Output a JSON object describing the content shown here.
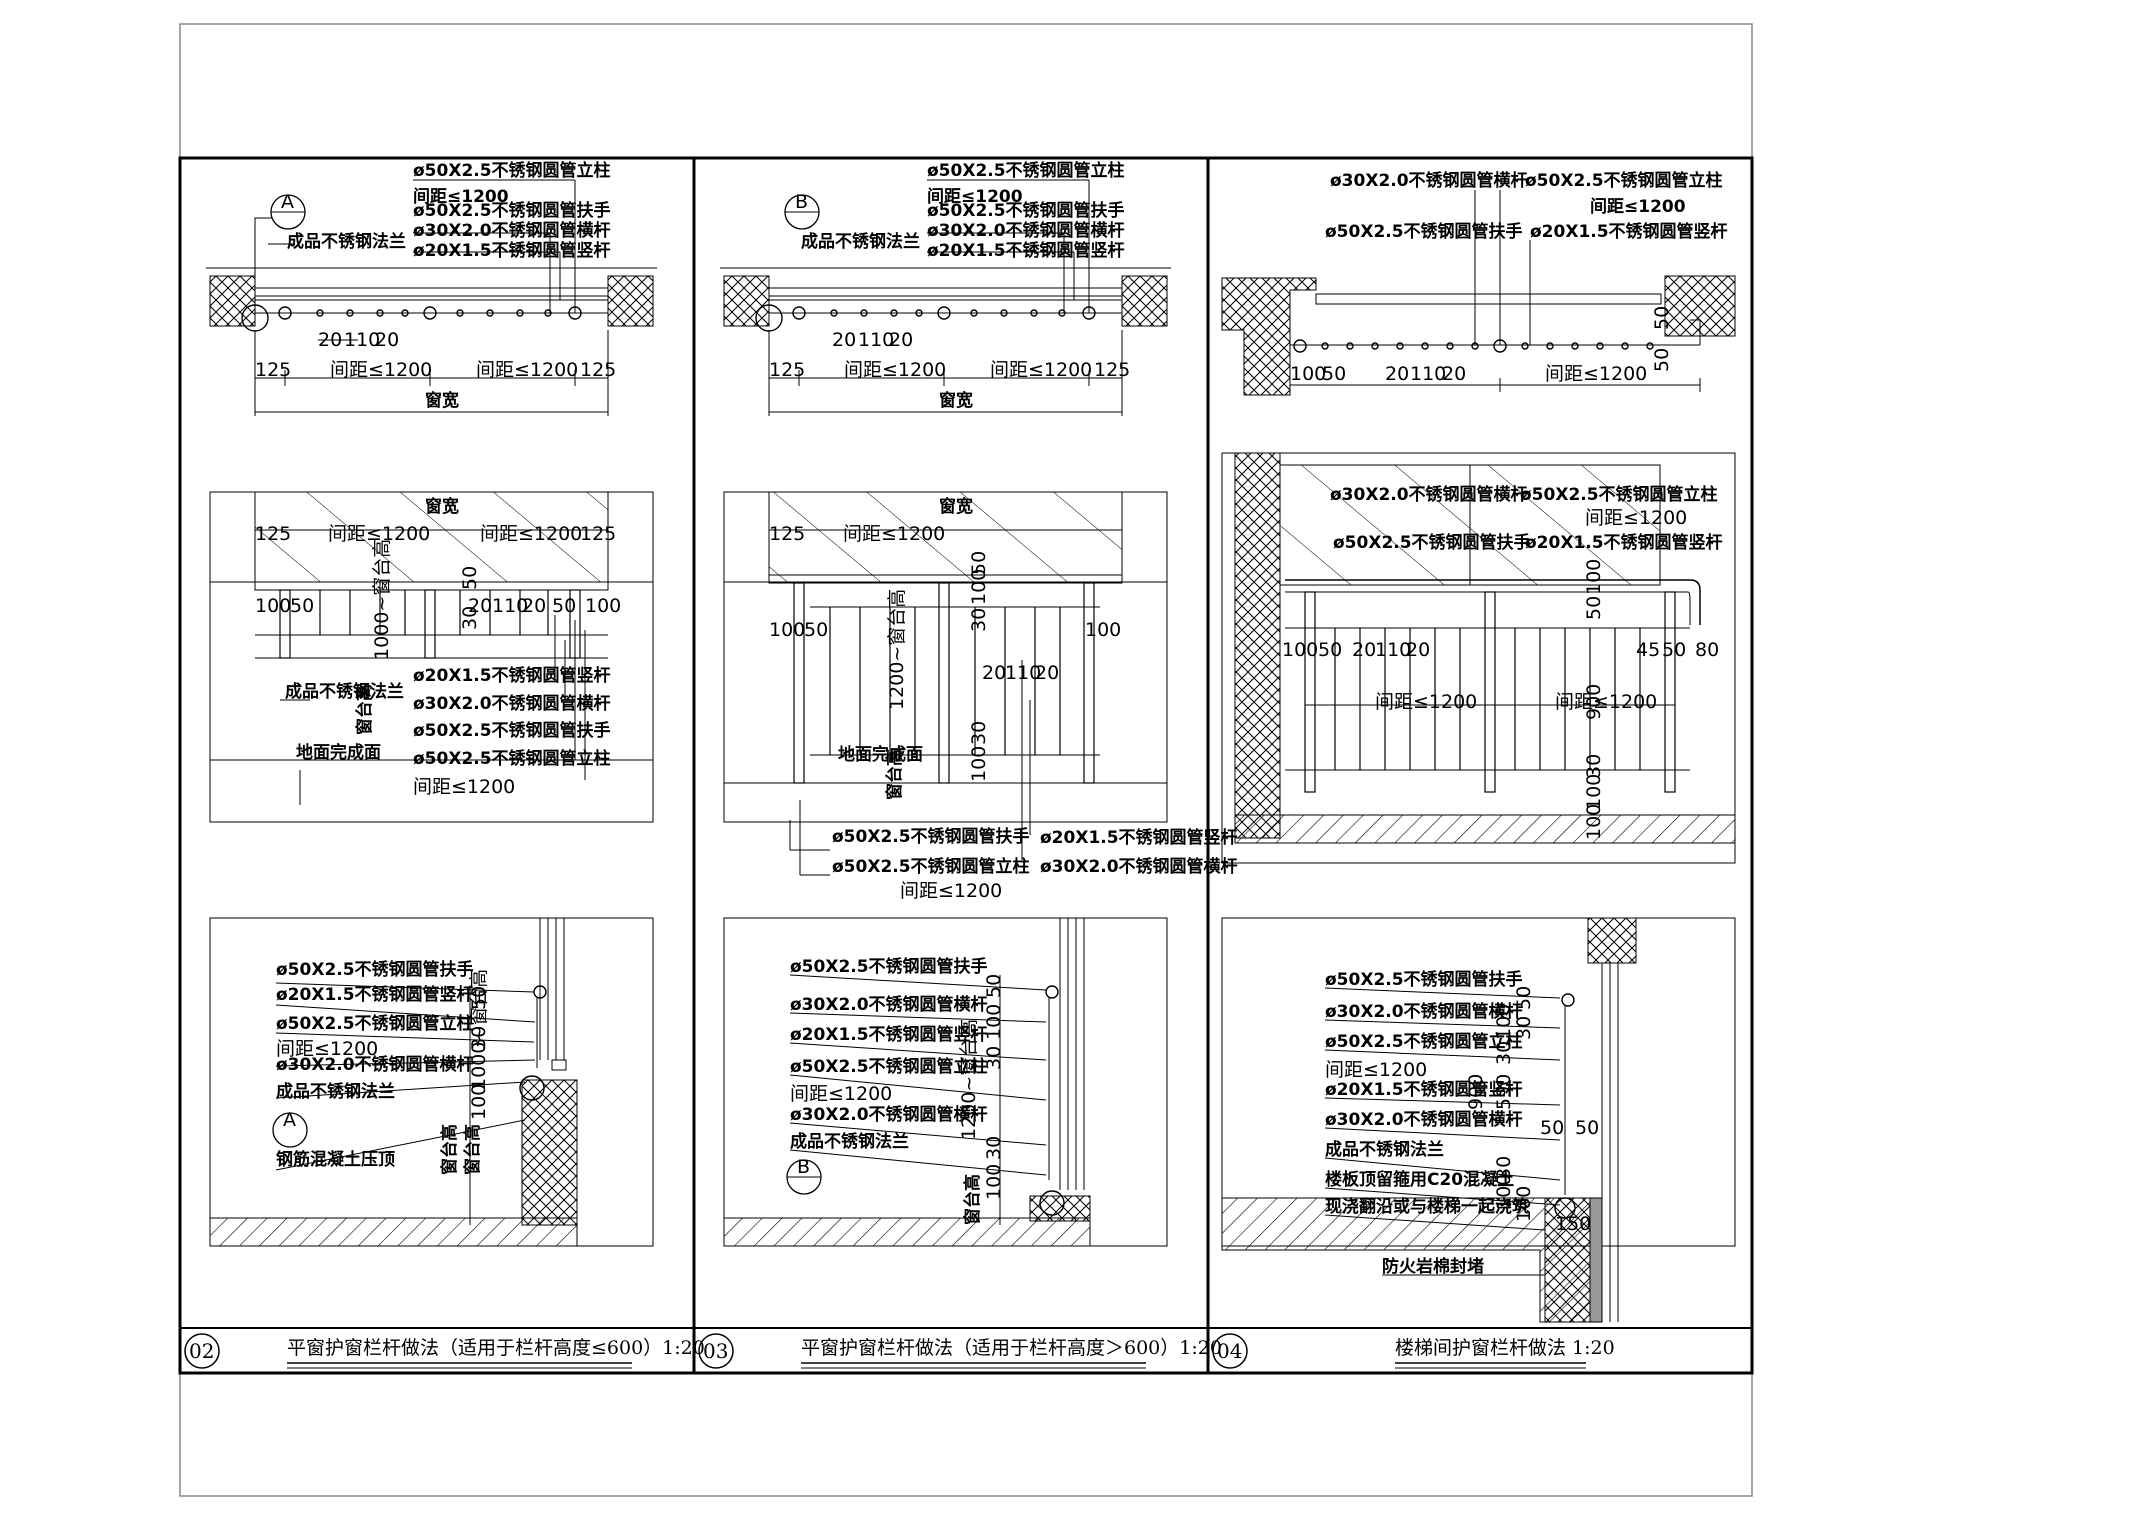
{
  "panels": [
    {
      "number": "02",
      "title": "平窗护窗栏杆做法（适用于栏杆高度≤600）1:20",
      "plan": {
        "marker": "A",
        "labels": [
          "ø50X2.5不锈钢圆管立柱",
          "间距≤1200",
          "ø50X2.5不锈钢圆管扶手",
          "ø30X2.0不锈钢圆管横杆",
          "ø20X1.5不锈钢圆管竖杆",
          "成品不锈钢法兰"
        ],
        "dims": [
          "20",
          "110",
          "20",
          "125",
          "间距≤1200",
          "间距≤1200",
          "125",
          "窗宽"
        ]
      },
      "elev": {
        "dims": [
          "125",
          "间距≤1200",
          "间距≤1200",
          "125",
          "窗宽",
          "100",
          "50",
          "20",
          "110",
          "20",
          "50",
          "100",
          "1000~窗台高",
          "30",
          "50"
        ],
        "labels": [
          "成品不锈钢法兰",
          "地面完成面",
          "窗台高",
          "ø20X1.5不锈钢圆管竖杆",
          "ø30X2.0不锈钢圆管横杆",
          "ø50X2.5不锈钢圆管扶手",
          "ø50X2.5不锈钢圆管立柱",
          "间距≤1200"
        ]
      },
      "section": {
        "labels": [
          "ø50X2.5不锈钢圆管扶手",
          "ø20X1.5不锈钢圆管竖杆",
          "ø50X2.5不锈钢圆管立柱",
          "间距≤1200",
          "ø30X2.0不锈钢圆管横杆",
          "成品不锈钢法兰",
          "钢筋混凝土压顶"
        ],
        "marker": "A",
        "dims": [
          "50",
          "1000~窗台高",
          "100",
          "30",
          "窗台高",
          "窗台高"
        ]
      }
    },
    {
      "number": "03",
      "title": "平窗护窗栏杆做法（适用于栏杆高度＞600）1:20",
      "plan": {
        "marker": "B",
        "labels": [
          "ø50X2.5不锈钢圆管立柱",
          "间距≤1200",
          "ø50X2.5不锈钢圆管扶手",
          "ø30X2.0不锈钢圆管横杆",
          "ø20X1.5不锈钢圆管竖杆",
          "成品不锈钢法兰"
        ],
        "dims": [
          "20",
          "110",
          "20",
          "125",
          "间距≤1200",
          "间距≤1200",
          "125",
          "窗宽"
        ]
      },
      "elev": {
        "dims": [
          "125",
          "间距≤1200",
          "窗宽",
          "50",
          "100",
          "30",
          "100",
          "50",
          "100",
          "1200~窗台高",
          "20",
          "110",
          "20",
          "100",
          "30"
        ],
        "labels": [
          "地面完成面",
          "窗台高",
          "ø50X2.5不锈钢圆管扶手",
          "ø50X2.5不锈钢圆管立柱",
          "间距≤1200",
          "ø20X1.5不锈钢圆管竖杆",
          "ø30X2.0不锈钢圆管横杆"
        ]
      },
      "section": {
        "labels": [
          "ø50X2.5不锈钢圆管扶手",
          "ø30X2.0不锈钢圆管横杆",
          "ø20X1.5不锈钢圆管竖杆",
          "ø50X2.5不锈钢圆管立柱",
          "间距≤1200",
          "ø30X2.0不锈钢圆管横杆",
          "成品不锈钢法兰"
        ],
        "marker": "B",
        "dims": [
          "50",
          "100",
          "30",
          "1200~窗台高",
          "100",
          "30",
          "窗台高"
        ]
      }
    },
    {
      "number": "04",
      "title": "楼梯间护窗栏杆做法 1:20",
      "plan": {
        "labels": [
          "ø30X2.0不锈钢圆管横杆",
          "ø50X2.5不锈钢圆管立柱",
          "间距≤1200",
          "ø50X2.5不锈钢圆管扶手",
          "ø20X1.5不锈钢圆管竖杆"
        ],
        "dims": [
          "100",
          "50",
          "20",
          "110",
          "20",
          "间距≤1200",
          "50",
          "50"
        ]
      },
      "elev": {
        "labels": [
          "ø30X2.0不锈钢圆管横杆",
          "ø50X2.5不锈钢圆管立柱",
          "间距≤1200",
          "ø50X2.5不锈钢圆管扶手",
          "ø20X1.5不锈钢圆管竖杆"
        ],
        "dims": [
          "100",
          "50",
          "20",
          "110",
          "20",
          "45",
          "50",
          "80",
          "间距≤1200",
          "间距≤1200",
          "50",
          "100",
          "900",
          "30",
          "100",
          "100"
        ]
      },
      "section": {
        "labels": [
          "ø50X2.5不锈钢圆管扶手",
          "ø30X2.0不锈钢圆管横杆",
          "ø50X2.5不锈钢圆管立柱",
          "间距≤1200",
          "ø20X1.5不锈钢圆管竖杆",
          "ø30X2.0不锈钢圆管横杆",
          "成品不锈钢法兰",
          "楼板顶留箍用C20混凝土",
          "现浇翻沿或与楼梯一起浇筑",
          "防火岩棉封堵"
        ],
        "dims": [
          "50",
          "100",
          "30",
          "30",
          "900",
          "590",
          "50",
          "50",
          "30",
          "100",
          "100",
          "150"
        ]
      }
    }
  ]
}
